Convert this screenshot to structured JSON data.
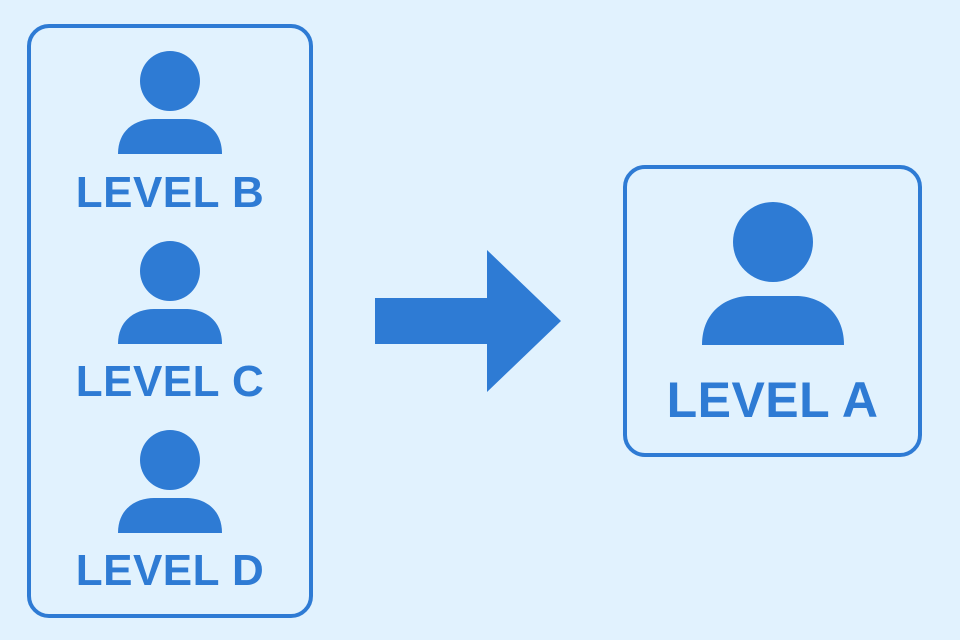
{
  "source_group": {
    "members": [
      {
        "label": "LEVEL B",
        "icon": "person-icon"
      },
      {
        "label": "LEVEL C",
        "icon": "person-icon"
      },
      {
        "label": "LEVEL D",
        "icon": "person-icon"
      }
    ]
  },
  "target": {
    "label": "LEVEL A",
    "icon": "person-icon"
  },
  "connector": {
    "icon": "arrow-right-icon"
  },
  "colors": {
    "background": "#e1f2fe",
    "accent": "#2e7bd4"
  }
}
